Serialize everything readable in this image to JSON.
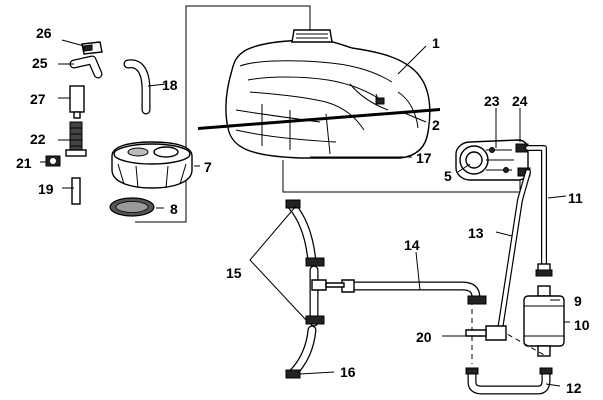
{
  "callouts": {
    "c1": "1",
    "c2": "2",
    "c5": "5",
    "c7": "7",
    "c8": "8",
    "c9": "9",
    "c10": "10",
    "c11": "11",
    "c12": "12",
    "c13": "13",
    "c14": "14",
    "c15": "15",
    "c16": "16",
    "c17": "17",
    "c18": "18",
    "c19": "19",
    "c20": "20",
    "c21": "21",
    "c22": "22",
    "c23": "23",
    "c24": "24",
    "c25": "25",
    "c26": "26",
    "c27": "27"
  }
}
